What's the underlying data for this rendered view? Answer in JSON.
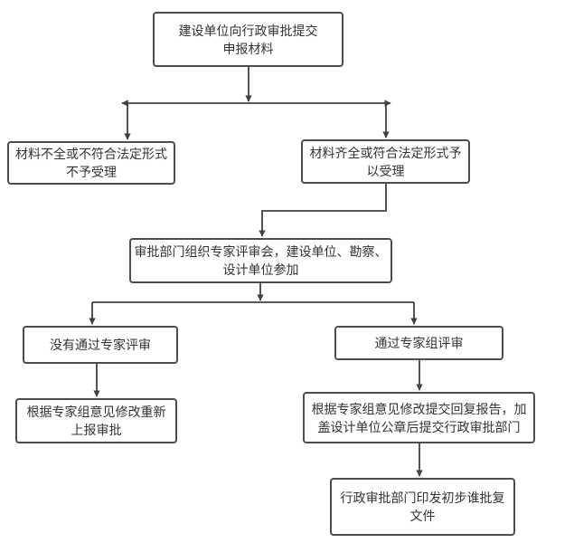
{
  "diagram": {
    "type": "flowchart",
    "language": "zh-CN",
    "nodes": {
      "start": {
        "line1": "建设单位向行政审批提交",
        "line2": "申报材料"
      },
      "reject": {
        "line1": "材料不全或不符合法定形式",
        "line2": "不予受理"
      },
      "accept": {
        "line1": "材料齐全或符合法定形式予",
        "line2": "以受理"
      },
      "review": {
        "line1": "审批部门组织专家评审会，建设单位、勘察、",
        "line2": "设计单位参加"
      },
      "fail": {
        "line1": "没有通过专家评审",
        "line2": ""
      },
      "pass": {
        "line1": "通过专家组评审",
        "line2": ""
      },
      "revise": {
        "line1": "根据专家组意见修改重新",
        "line2": "上报审批"
      },
      "report": {
        "line1": "根据专家组意见修改提交回复报告，加",
        "line2": "盖设计单位公章后提交行政审批部门"
      },
      "final": {
        "line1": "行政审批部门印发初步谁批复",
        "line2": "文件"
      }
    },
    "edges": [
      {
        "from": "start",
        "to": "reject"
      },
      {
        "from": "start",
        "to": "accept"
      },
      {
        "from": "accept",
        "to": "review"
      },
      {
        "from": "review",
        "to": "fail"
      },
      {
        "from": "review",
        "to": "pass"
      },
      {
        "from": "fail",
        "to": "revise"
      },
      {
        "from": "pass",
        "to": "report"
      },
      {
        "from": "report",
        "to": "final"
      }
    ],
    "colors": {
      "background": "#ffffff",
      "box_fill": "#ffffff",
      "box_border": "#4d4d4d",
      "line": "#404040",
      "text": "#333333"
    }
  }
}
